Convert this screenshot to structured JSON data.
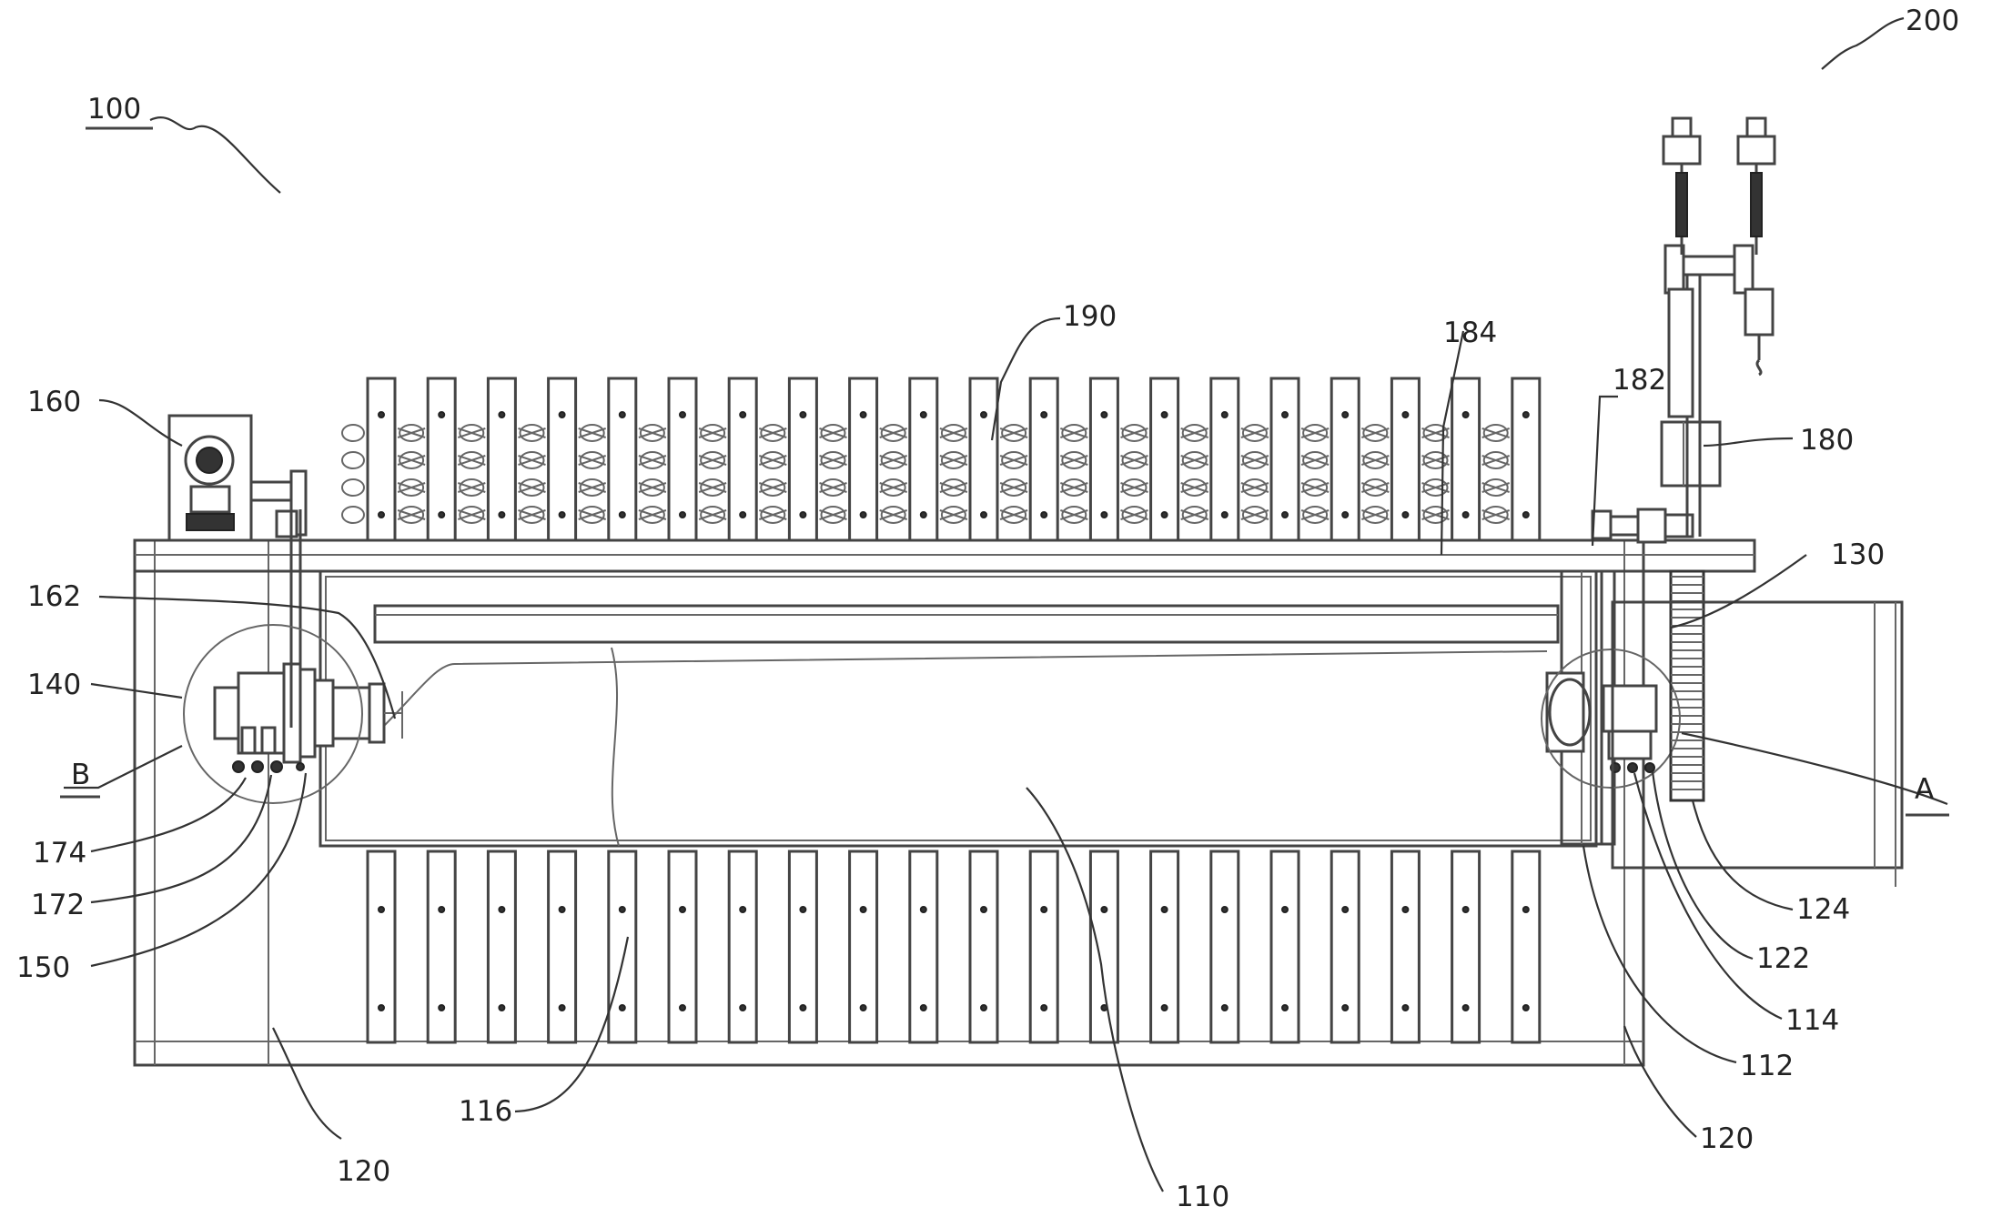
{
  "labels": {
    "l100": "100",
    "l200": "200",
    "l190": "190",
    "l184": "184",
    "l182": "182",
    "l180": "180",
    "l160": "160",
    "l162": "162",
    "l130": "130",
    "l140": "140",
    "lB": "B",
    "lA": "A",
    "l174": "174",
    "l172": "172",
    "l150": "150",
    "l124": "124",
    "l122": "122",
    "l114": "114",
    "l112": "112",
    "l120r": "120",
    "l120l": "120",
    "l116": "116",
    "l110": "110"
  },
  "counts": {
    "top_fins": 20,
    "bottom_fins": 20
  }
}
